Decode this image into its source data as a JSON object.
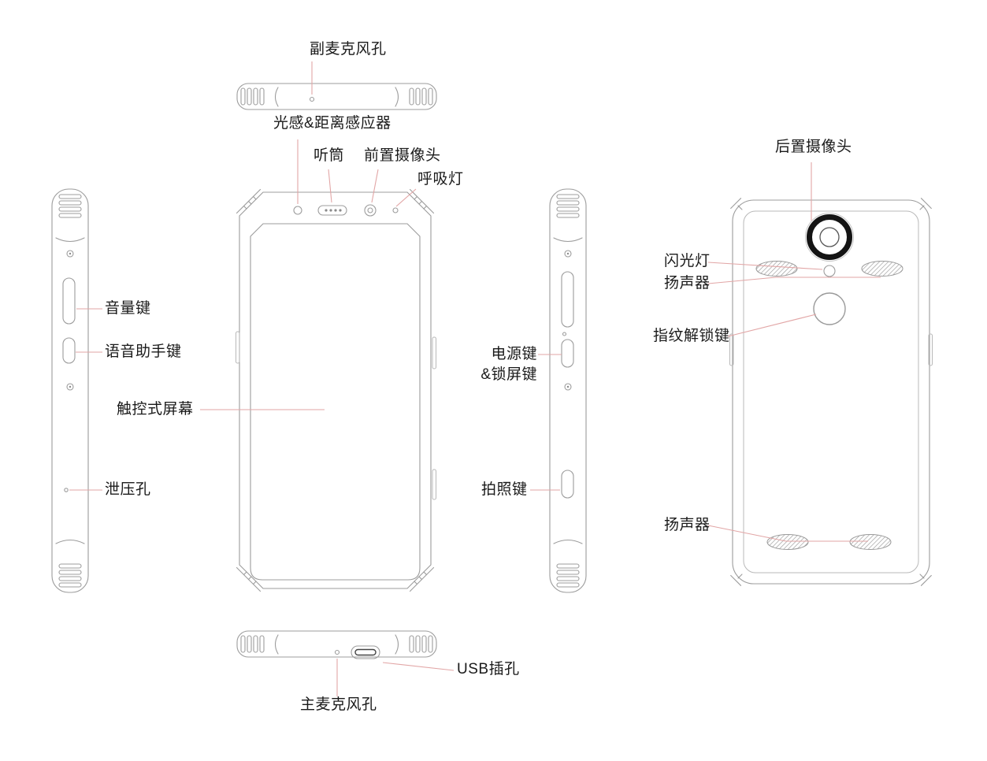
{
  "labels": {
    "secondary_mic": "副麦克风孔",
    "light_proximity_sensor": "光感&距离感应器",
    "earpiece": "听筒",
    "front_camera": "前置摄像头",
    "breathing_light": "呼吸灯",
    "volume_key": "音量键",
    "voice_assistant_key": "语音助手键",
    "touch_screen": "触控式屏幕",
    "pressure_relief_hole": "泄压孔",
    "power_lock_line1": "电源键",
    "power_lock_line2": "&锁屏键",
    "camera_key": "拍照键",
    "rear_camera": "后置摄像头",
    "flash": "闪光灯",
    "speaker_top": "扬声器",
    "fingerprint_key": "指纹解锁键",
    "speaker_bottom": "扬声器",
    "usb_port": "USB插孔",
    "main_mic": "主麦克风孔"
  },
  "colors": {
    "artwork_line": "#9c9c9c",
    "leader_line": "#e2a6a6",
    "label_text": "#1a1a1a",
    "camera_ring": "#141414",
    "background": "#ffffff"
  }
}
